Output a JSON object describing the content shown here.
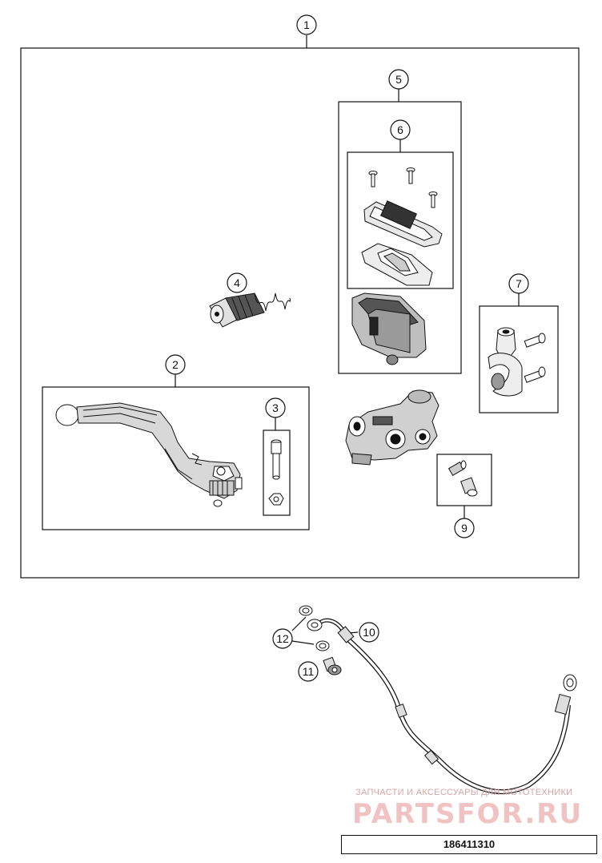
{
  "callouts": {
    "c1": "1",
    "c2": "2",
    "c3": "3",
    "c4": "4",
    "c5": "5",
    "c6": "6",
    "c7": "7",
    "c9": "9",
    "c10": "10",
    "c11": "11",
    "c12": "12"
  },
  "watermark": {
    "line1": "ЗАПЧАСТИ И АКСЕССУАРЫ ДЛЯ МОТОТЕХНИКИ",
    "line2": "PARTSFOR.RU"
  },
  "part_number": "186411310"
}
